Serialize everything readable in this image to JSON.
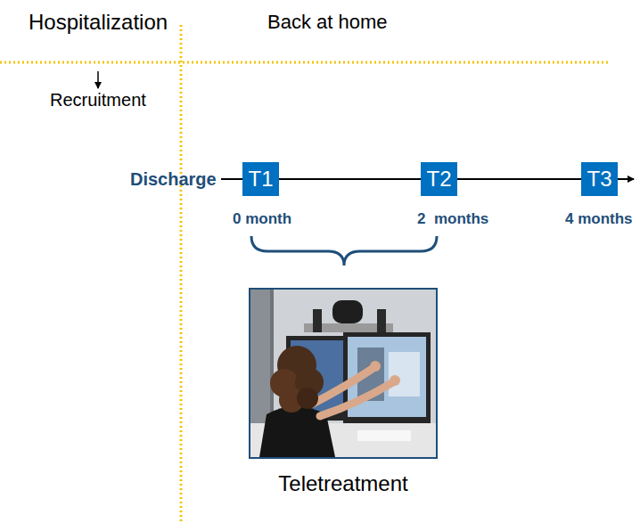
{
  "diagram": {
    "nodes": [
      {
        "text": [
          "T1"
        ]
      },
      {
        "text": [
          "T2"
        ]
      },
      {
        "text": [
          "T3"
        ]
      },
      {
        "text": [
          "Teletreatment"
        ]
      }
    ],
    "edges": [
      {
        "from": 0,
        "to": 1,
        "arrow": "none"
      },
      {
        "from": 1,
        "to": 2,
        "arrow": "none"
      }
    ],
    "labels": [
      "Hospitalization",
      "Back at home",
      "Recruitment",
      "Discharge",
      "0 month",
      "2  months",
      "4 months"
    ]
  }
}
